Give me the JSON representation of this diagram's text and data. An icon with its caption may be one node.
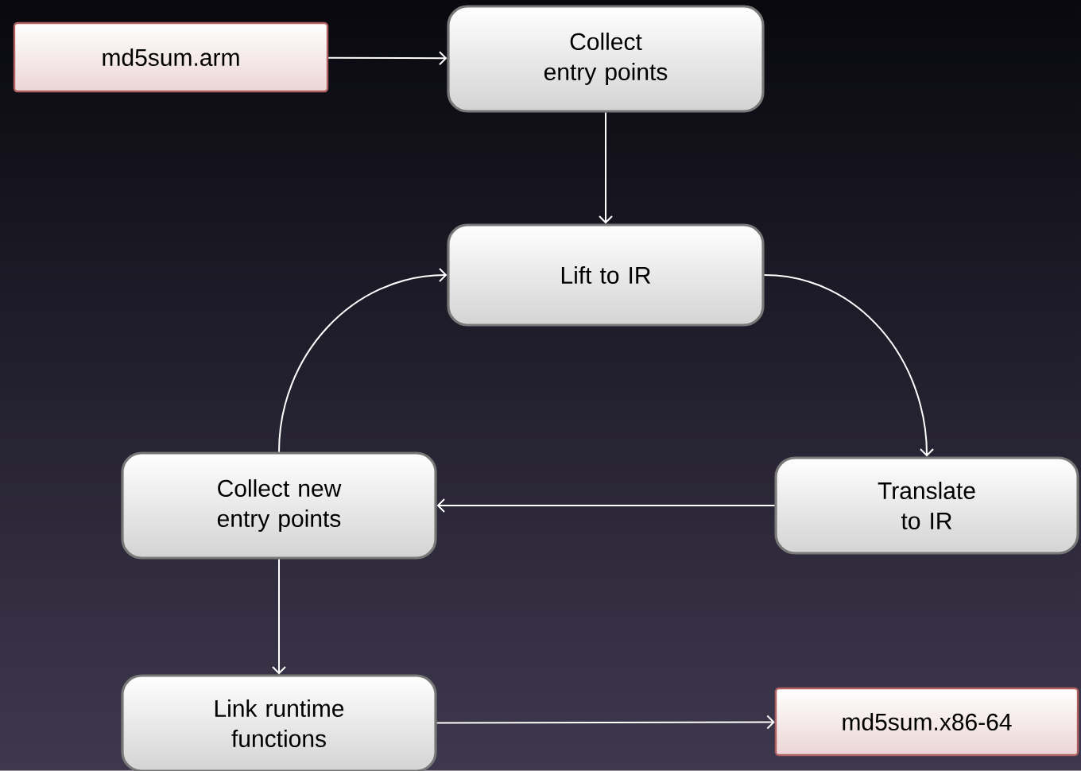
{
  "diagram": {
    "nodes": [
      {
        "text": [
          "md5sum.arm"
        ]
      },
      {
        "text": [
          "Collect entry points"
        ]
      },
      {
        "text": [
          "Lift to IR"
        ]
      },
      {
        "text": [
          "Translate to IR"
        ]
      },
      {
        "text": [
          "Collect new entry points"
        ]
      },
      {
        "text": [
          "Link runtime functions"
        ]
      },
      {
        "text": [
          "md5sum.x86-64"
        ]
      }
    ],
    "edges": [
      {
        "from": 0,
        "to": 1,
        "arrow": "to"
      },
      {
        "from": 1,
        "to": 2,
        "arrow": "to"
      },
      {
        "from": 2,
        "to": 3,
        "arrow": "to"
      },
      {
        "from": 3,
        "to": 4,
        "arrow": "to"
      },
      {
        "from": 4,
        "to": 2,
        "arrow": "to"
      },
      {
        "from": 4,
        "to": 5,
        "arrow": "to"
      },
      {
        "from": 5,
        "to": 6,
        "arrow": "to"
      }
    ]
  }
}
